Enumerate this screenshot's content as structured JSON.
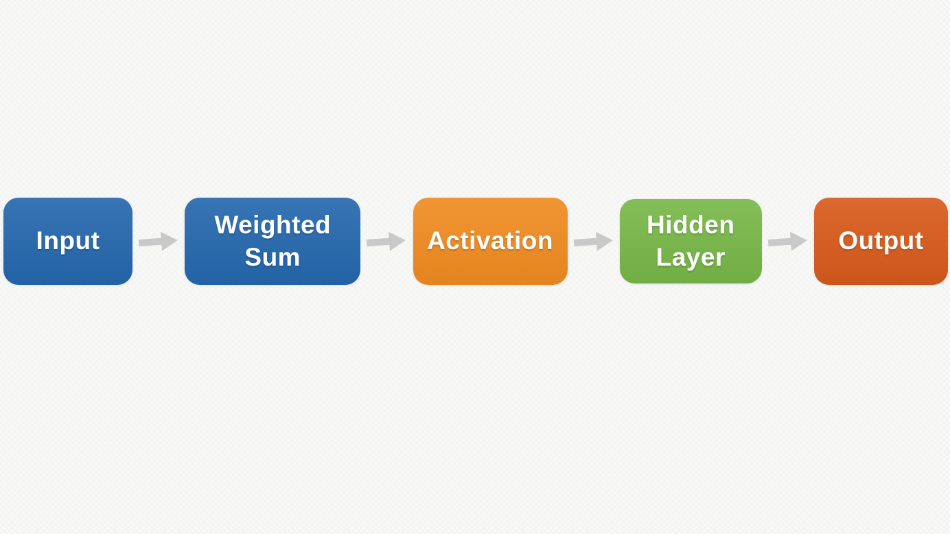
{
  "diagram": {
    "type": "flowchart",
    "direction": "left-to-right",
    "background_color": "#f8f8f7",
    "arrow_color": "#c9c9c9",
    "text_color": "#ffffff",
    "nodes": [
      {
        "label": "Input",
        "color": "#2467ad"
      },
      {
        "label": "Weighted Sum",
        "color": "#2467ad"
      },
      {
        "label": "Activation",
        "color": "#f08b20"
      },
      {
        "label": "Hidden Layer",
        "color": "#77b747"
      },
      {
        "label": "Output",
        "color": "#d85a1b"
      }
    ],
    "edges": [
      {
        "from": "Input",
        "to": "Weighted Sum"
      },
      {
        "from": "Weighted Sum",
        "to": "Activation"
      },
      {
        "from": "Activation",
        "to": "Hidden Layer"
      },
      {
        "from": "Hidden Layer",
        "to": "Output"
      }
    ]
  }
}
